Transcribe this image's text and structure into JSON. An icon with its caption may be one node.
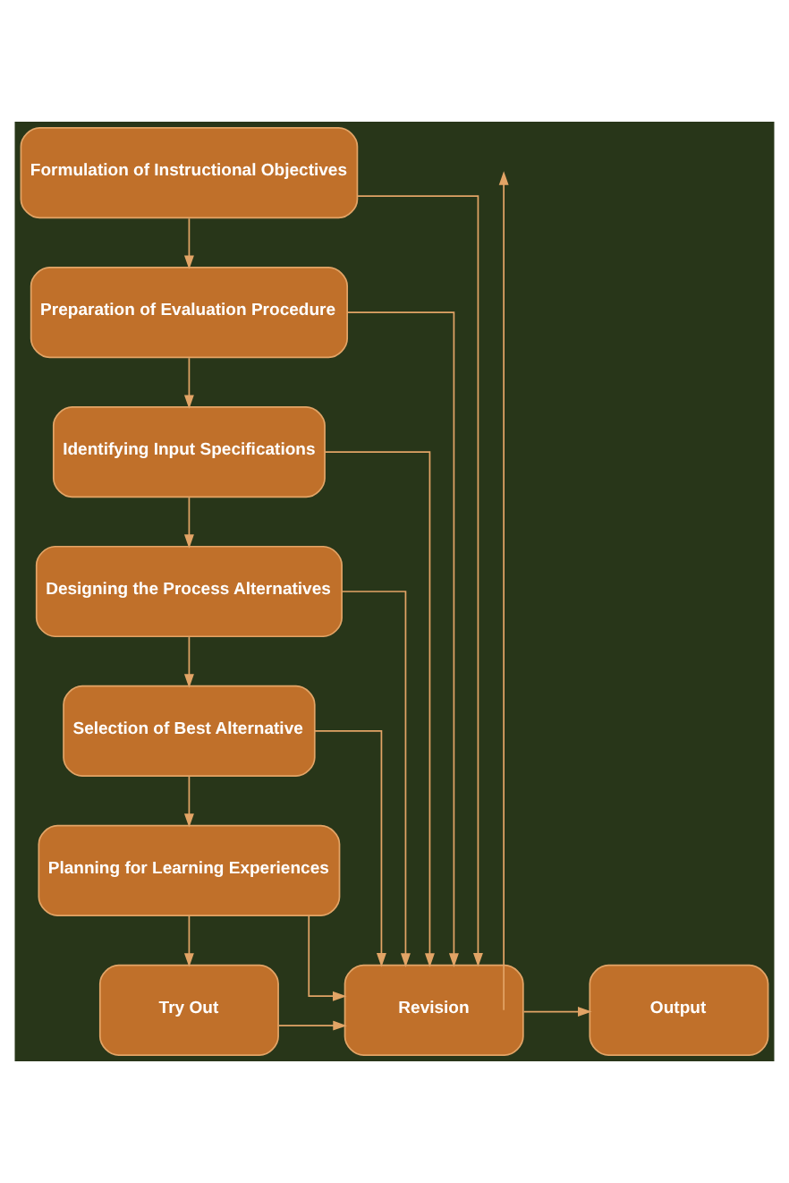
{
  "diagram": {
    "nodes": [
      {
        "text": [
          "Formulation of Instructional Objectives"
        ]
      },
      {
        "text": [
          "Preparation of Evaluation Procedure"
        ]
      },
      {
        "text": [
          "Identifying Input Specifications"
        ]
      },
      {
        "text": [
          "Designing the Process Alternatives"
        ]
      },
      {
        "text": [
          "Selection of Best Alternative"
        ]
      },
      {
        "text": [
          "Planning for Learning Experiences"
        ]
      },
      {
        "text": [
          "Try Out"
        ]
      },
      {
        "text": [
          "Revision"
        ]
      },
      {
        "text": [
          "Output"
        ]
      }
    ],
    "edges": [
      {
        "from": 0,
        "to": 1,
        "arrow": "to"
      },
      {
        "from": 1,
        "to": 2,
        "arrow": "to"
      },
      {
        "from": 2,
        "to": 3,
        "arrow": "to"
      },
      {
        "from": 3,
        "to": 4,
        "arrow": "to"
      },
      {
        "from": 4,
        "to": 5,
        "arrow": "to"
      },
      {
        "from": 5,
        "to": 6,
        "arrow": "to"
      },
      {
        "from": 6,
        "to": 7,
        "arrow": "to"
      },
      {
        "from": 7,
        "to": 8,
        "arrow": "to"
      },
      {
        "from": 0,
        "to": 7,
        "arrow": "to"
      },
      {
        "from": 1,
        "to": 7,
        "arrow": "to"
      },
      {
        "from": 2,
        "to": 7,
        "arrow": "to"
      },
      {
        "from": 3,
        "to": 7,
        "arrow": "to"
      },
      {
        "from": 4,
        "to": 7,
        "arrow": "to"
      },
      {
        "from": 5,
        "to": 7,
        "arrow": "to"
      },
      {
        "from": 7,
        "to": null,
        "arrow": "to"
      }
    ]
  }
}
